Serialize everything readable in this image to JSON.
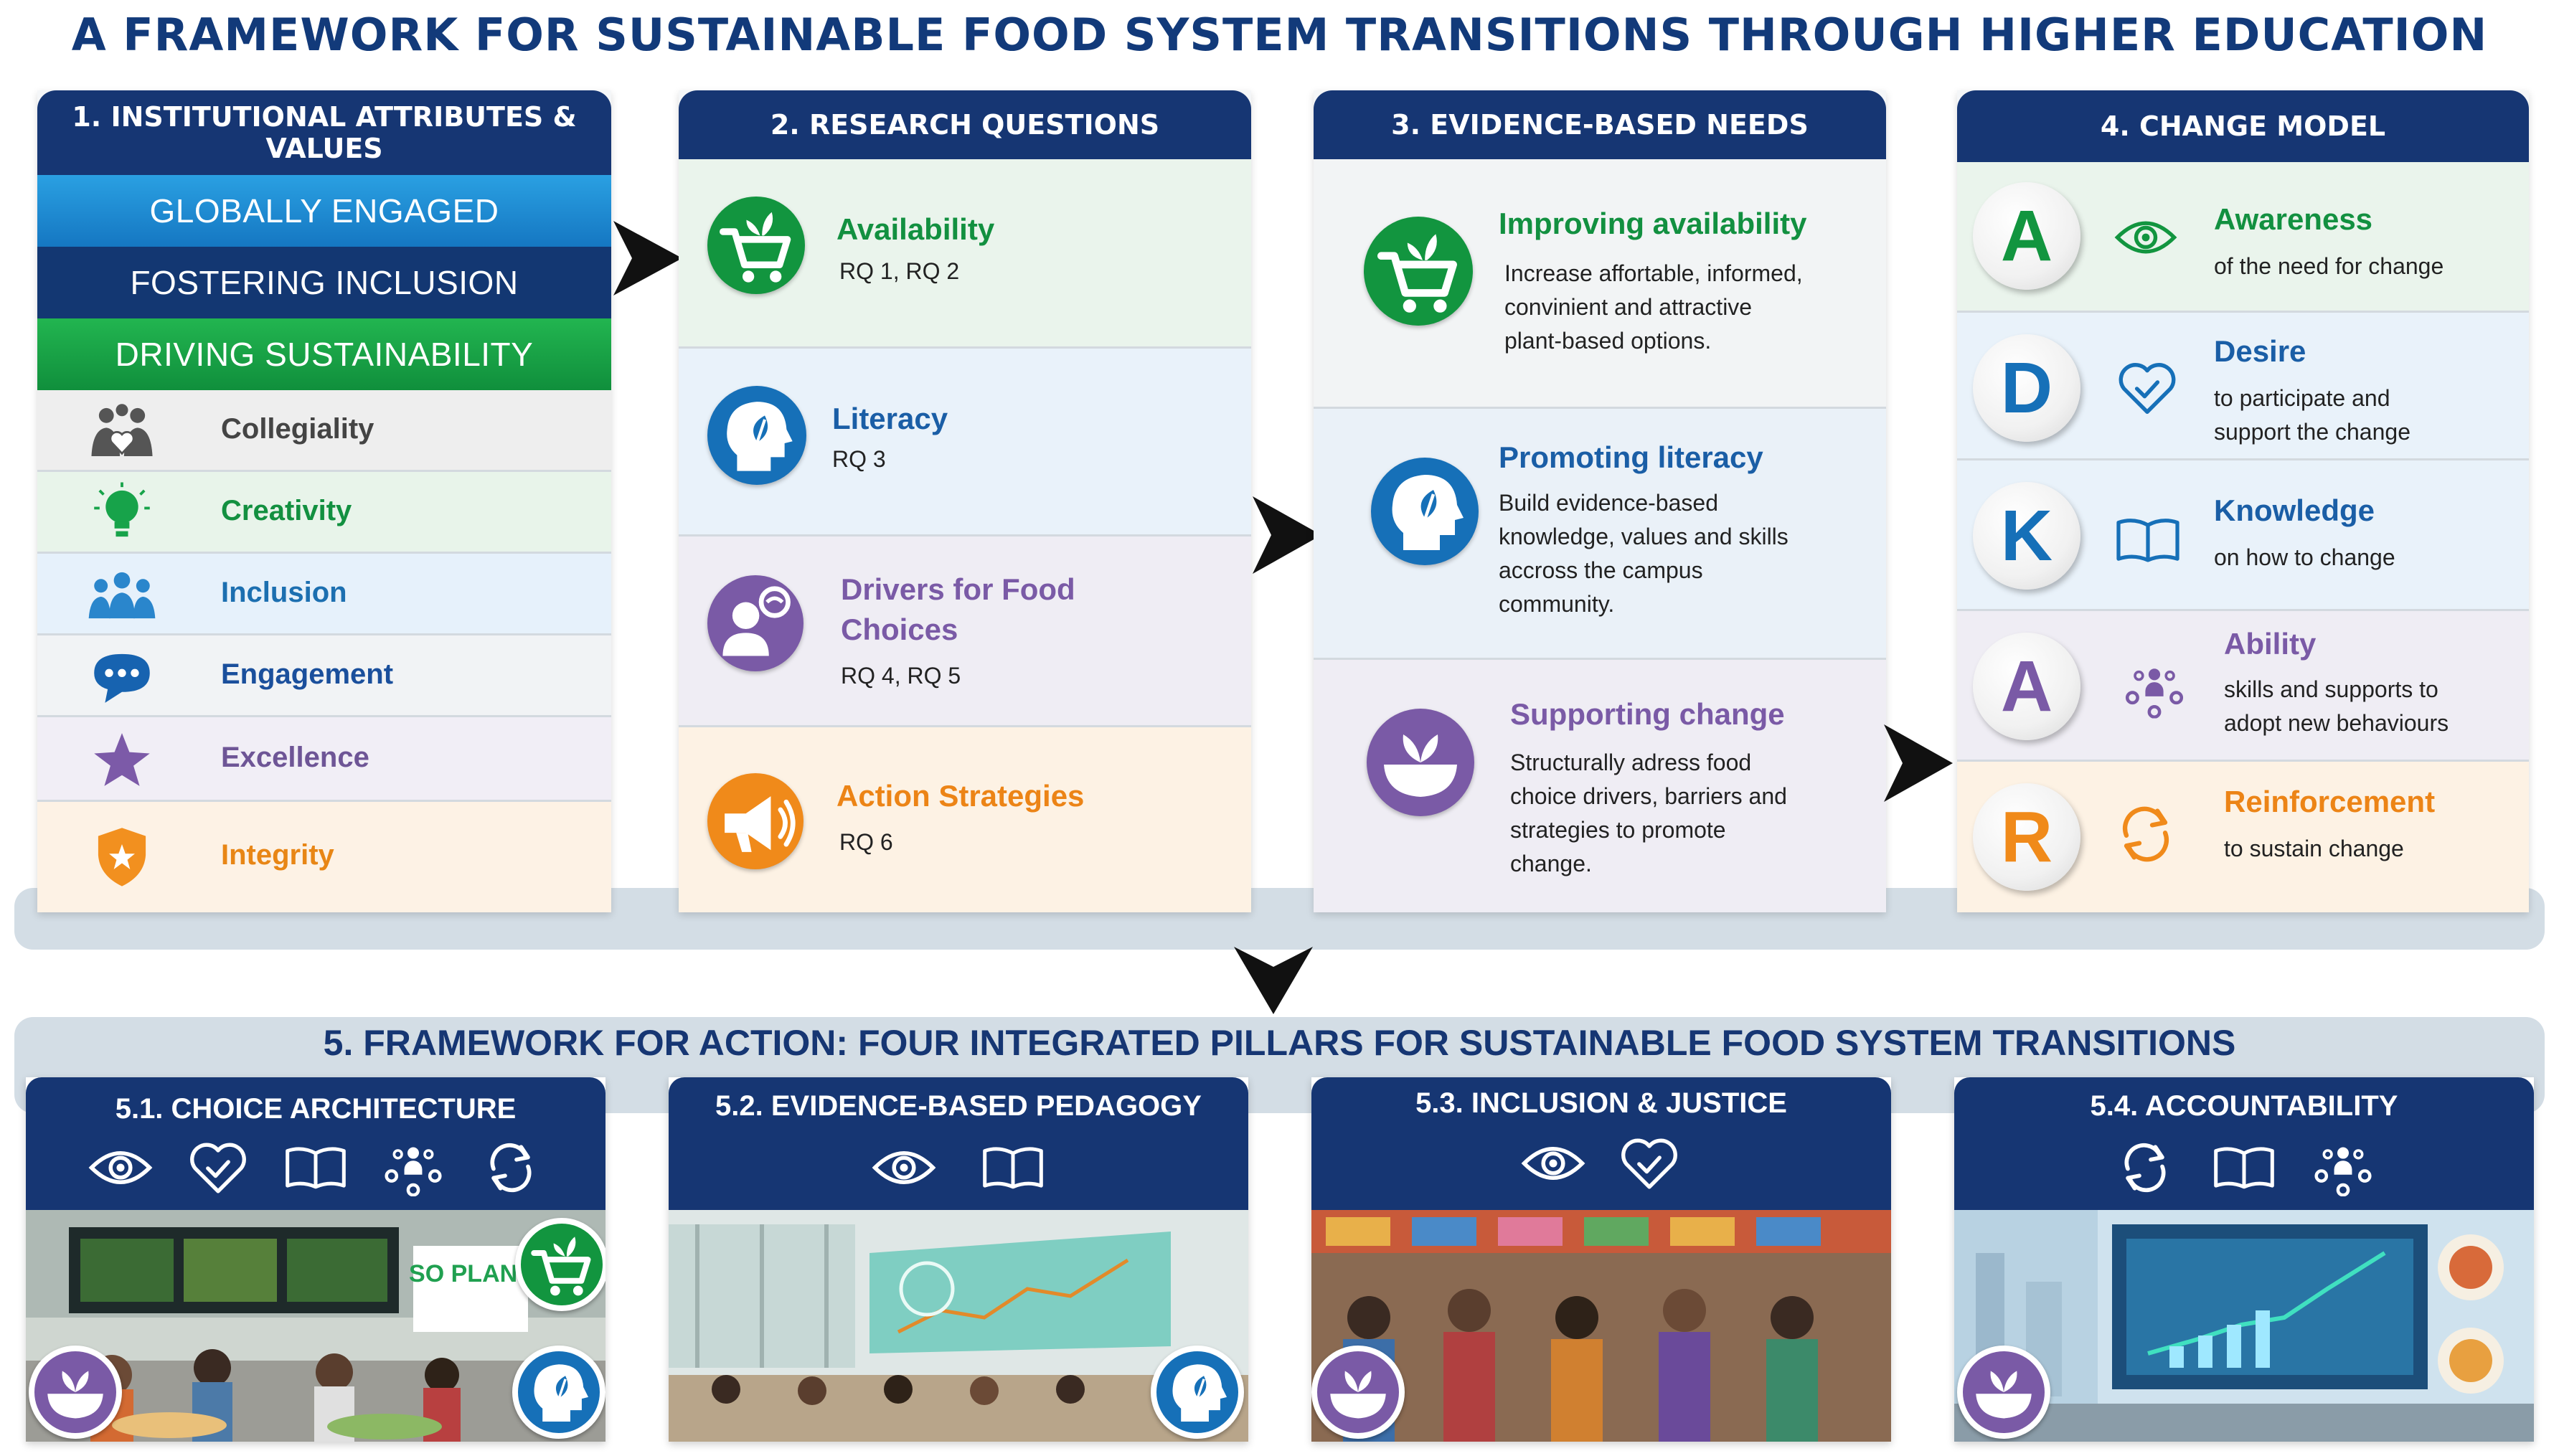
{
  "title": "A FRAMEWORK FOR SUSTAINABLE FOOD SYSTEM TRANSITIONS THROUGH HIGHER EDUCATION",
  "colors": {
    "navy": "#163673",
    "blue": "#1e8bd3",
    "green": "#13a247",
    "teal": "#1b74b8",
    "purple": "#7a5aa6",
    "orange": "#f28c1c"
  },
  "col1": {
    "heading": "1. INSTITUTIONAL ATTRIBUTES & VALUES",
    "values": [
      "GLOBALLY ENGAGED",
      "FOSTERING INCLUSION",
      "DRIVING SUSTAINABILITY"
    ],
    "attributes": [
      {
        "label": "Collegiality",
        "icon": "people-together-icon"
      },
      {
        "label": "Creativity",
        "icon": "lightbulb-icon"
      },
      {
        "label": "Inclusion",
        "icon": "group-icon"
      },
      {
        "label": "Engagement",
        "icon": "speech-bubble-icon"
      },
      {
        "label": "Excellence",
        "icon": "star-icon"
      },
      {
        "label": "Integrity",
        "icon": "shield-icon"
      }
    ]
  },
  "col2": {
    "heading": "2. RESEARCH QUESTIONS",
    "items": [
      {
        "title": "Availability",
        "sub": "RQ 1, RQ 2",
        "icon": "cart-icon"
      },
      {
        "title": "Literacy",
        "sub": "RQ 3",
        "icon": "head-leaf-icon"
      },
      {
        "title_line1": "Drivers for Food",
        "title_line2": "Choices",
        "sub": "RQ 4, RQ 5",
        "icon": "person-thought-icon"
      },
      {
        "title": "Action Strategies",
        "sub": "RQ 6",
        "icon": "megaphone-icon"
      }
    ]
  },
  "col3": {
    "heading": "3. EVIDENCE-BASED NEEDS",
    "items": [
      {
        "title": "Improving availability",
        "lines": [
          "Increase affortable, informed,",
          "convinient and attractive",
          "plant-based options."
        ],
        "icon": "cart-icon"
      },
      {
        "title": "Promoting literacy",
        "lines": [
          "Build evidence-based",
          "knowledge, values and skills",
          "accross the campus",
          "community."
        ],
        "icon": "head-leaf-icon"
      },
      {
        "title": "Supporting change",
        "lines": [
          "Structurally adress food",
          "choice drivers, barriers and",
          "strategies to promote",
          "change."
        ],
        "icon": "bowl-sprout-icon"
      }
    ]
  },
  "col4": {
    "heading": "4. CHANGE MODEL",
    "items": [
      {
        "letter": "A",
        "title": "Awareness",
        "lines": [
          "of the need for change"
        ],
        "icon": "eye-icon"
      },
      {
        "letter": "D",
        "title": "Desire",
        "lines": [
          "to participate and",
          "support the change"
        ],
        "icon": "heart-icon"
      },
      {
        "letter": "K",
        "title": "Knowledge",
        "lines": [
          "on how to change"
        ],
        "icon": "book-icon"
      },
      {
        "letter": "A",
        "title": "Ability",
        "lines": [
          "skills and supports to",
          "adopt new behaviours"
        ],
        "icon": "person-network-icon"
      },
      {
        "letter": "R",
        "title": "Reinforcement",
        "lines": [
          "to sustain change"
        ],
        "icon": "cycle-arrows-icon"
      }
    ]
  },
  "section5": {
    "title": "5. FRAMEWORK FOR ACTION: FOUR INTEGRATED PILLARS FOR SUSTAINABLE FOOD SYSTEM TRANSITIONS",
    "pillars": [
      {
        "title": "5.1. CHOICE ARCHITECTURE",
        "icons": [
          "eye-icon",
          "heart-icon",
          "book-icon",
          "person-network-icon",
          "cycle-arrows-icon"
        ],
        "scene": "cafeteria-scene"
      },
      {
        "title": "5.2. EVIDENCE-BASED PEDAGOGY",
        "icons": [
          "eye-icon",
          "book-icon"
        ],
        "scene": "lecture-hall-scene"
      },
      {
        "title": "5.3. INCLUSION & JUSTICE",
        "icons": [
          "eye-icon",
          "heart-icon"
        ],
        "scene": "food-market-scene"
      },
      {
        "title": "5.4. ACCOUNTABILITY",
        "icons": [
          "cycle-arrows-icon",
          "book-icon",
          "person-network-icon"
        ],
        "scene": "dashboard-scene"
      }
    ],
    "scene_sign_text": "SO PLANT"
  }
}
